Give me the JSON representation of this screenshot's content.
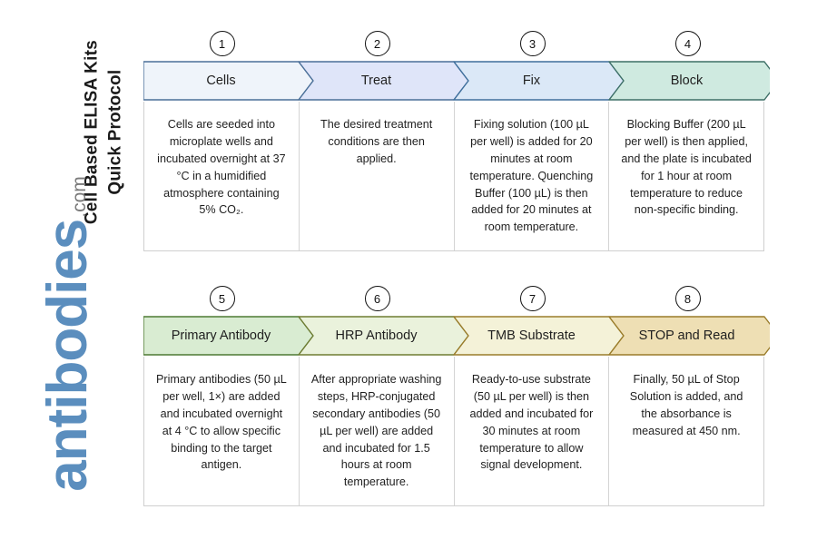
{
  "title": {
    "line1": "Cell Based ELISA Kits",
    "line2": "Quick Protocol"
  },
  "logo": {
    "name": "antibodies",
    "suffix": ".com",
    "brand_color": "#5b8ebe",
    "suffix_color": "#7a7a7a"
  },
  "rows": [
    {
      "id": "row-1",
      "steps": [
        {
          "number": "1",
          "label": "Cells",
          "fill": "#eff4fa",
          "stroke": "#4a6f98",
          "body": "Cells are seeded into microplate wells and incubated overnight at 37 °C in a humidified atmosphere containing 5% CO₂."
        },
        {
          "number": "2",
          "label": "Treat",
          "fill": "#dfe5f9",
          "stroke": "#4a6f98",
          "body": "The desired treatment conditions are then applied."
        },
        {
          "number": "3",
          "label": "Fix",
          "fill": "#dbe8f7",
          "stroke": "#3f6f9c",
          "body": "Fixing solution (100 µL per well) is added for 20 minutes at room temperature. Quenching Buffer (100 µL) is then added for 20 minutes at room temperature."
        },
        {
          "number": "4",
          "label": "Block",
          "fill": "#cfeae0",
          "stroke": "#3d6f66",
          "body": "Blocking Buffer (200 µL per well) is then applied, and the plate is incubated for 1 hour at room temperature to reduce non-specific binding."
        }
      ]
    },
    {
      "id": "row-2",
      "steps": [
        {
          "number": "5",
          "label": "Primary Antibody",
          "fill": "#d9ecd2",
          "stroke": "#4e7a33",
          "body": "Primary antibodies (50 µL per well, 1×) are added and incubated overnight at 4 °C to allow specific binding to the target antigen."
        },
        {
          "number": "6",
          "label": "HRP Antibody",
          "fill": "#eaf2dc",
          "stroke": "#6e7c32",
          "body": "After appropriate washing steps, HRP-conjugated secondary antibodies (50 µL per well) are added and incubated for 1.5 hours at room temperature."
        },
        {
          "number": "7",
          "label": "TMB Substrate",
          "fill": "#f4f2d8",
          "stroke": "#9a7c2a",
          "body": "Ready-to-use substrate (50 µL per well) is then added and incubated for 30 minutes at room temperature to allow signal development."
        },
        {
          "number": "8",
          "label": "STOP and Read",
          "fill": "#eedfb4",
          "stroke": "#9a7c2a",
          "body": "Finally, 50 µL of Stop Solution is added, and the absorbance is measured at 450 nm."
        }
      ]
    }
  ]
}
